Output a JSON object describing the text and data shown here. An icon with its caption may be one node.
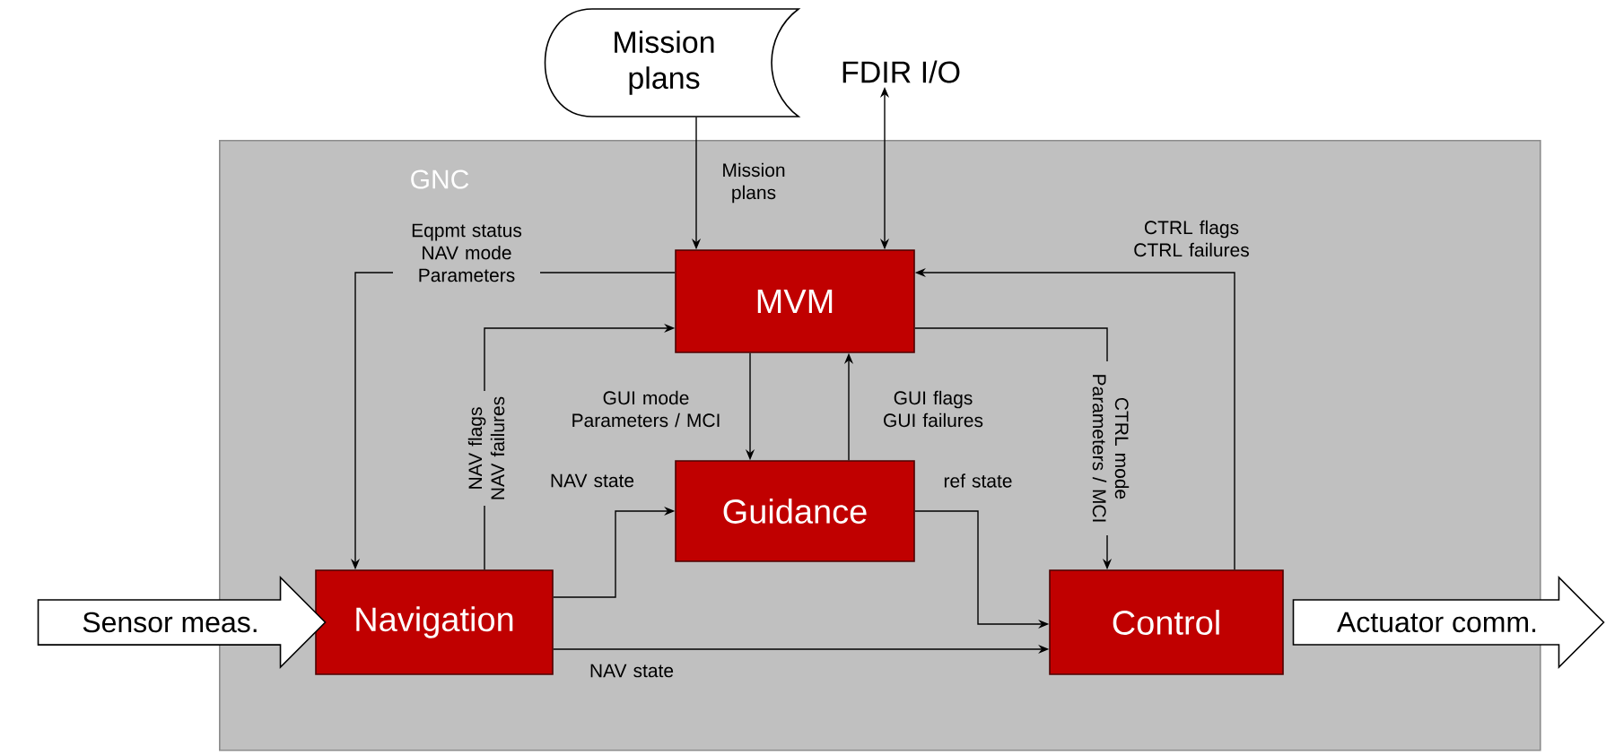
{
  "diagram": {
    "nodes": [
      {
        "text": [
          "GNC"
        ]
      },
      {
        "text": [
          "Mission plans"
        ]
      },
      {
        "text": [
          "FDIR I/O"
        ]
      },
      {
        "text": [
          "MVM"
        ],
        "in": 0
      },
      {
        "text": [
          "Guidance"
        ],
        "in": 0
      },
      {
        "text": [
          "Navigation"
        ],
        "in": 0
      },
      {
        "text": [
          "Control"
        ],
        "in": 0
      },
      {
        "text": [
          "Sensor meas."
        ]
      },
      {
        "text": [
          "Actuator comm."
        ]
      }
    ],
    "edges": [
      {
        "from": 1,
        "to": 3,
        "arrow": "to",
        "label": "Mission plans"
      },
      {
        "from": 2,
        "to": 3,
        "arrow": "both"
      },
      {
        "from": 3,
        "to": 5,
        "arrow": "to",
        "label": "Eqpmt status NAV mode Parameters"
      },
      {
        "from": 5,
        "to": 3,
        "arrow": "to",
        "label": "NAV flags NAV failures"
      },
      {
        "from": 3,
        "to": 4,
        "arrow": "to",
        "label": "GUI mode Parameters / MCI"
      },
      {
        "from": 4,
        "to": 3,
        "arrow": "to",
        "label": "GUI flags GUI failures"
      },
      {
        "from": 3,
        "to": 6,
        "arrow": "to",
        "label": "CTRL mode Parameters / MCI"
      },
      {
        "from": 6,
        "to": 3,
        "arrow": "to",
        "label": "CTRL flags CTRL failures"
      },
      {
        "from": 5,
        "to": 4,
        "arrow": "to",
        "label": "NAV state"
      },
      {
        "from": 5,
        "to": 6,
        "arrow": "to",
        "label": "NAV state"
      },
      {
        "from": 4,
        "to": 6,
        "arrow": "to",
        "label": "ref state"
      }
    ]
  }
}
